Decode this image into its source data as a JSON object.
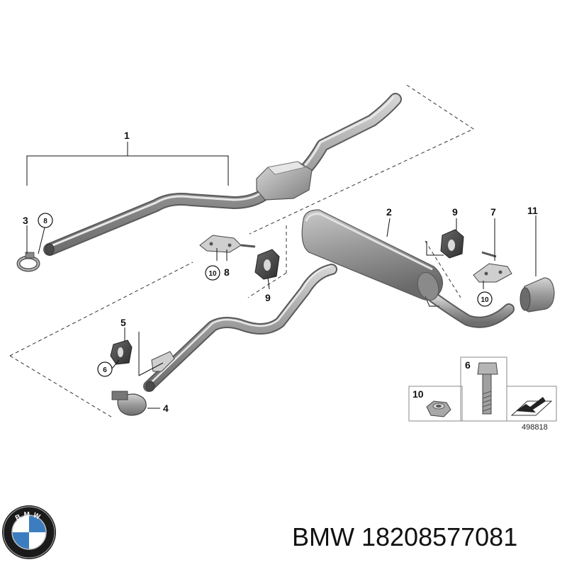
{
  "diagram": {
    "callouts": {
      "c1": "1",
      "c2": "2",
      "c3": "3",
      "c4": "4",
      "c5": "5",
      "c6": "6",
      "c7": "7",
      "c8": "8",
      "c9": "9",
      "c10": "10",
      "c11": "11"
    },
    "legend": {
      "bolt_label": "6",
      "nut_label": "10"
    },
    "reference_number": "498818"
  },
  "brand": {
    "logo_text": "BMW",
    "caption": "BMW 18208577081"
  }
}
